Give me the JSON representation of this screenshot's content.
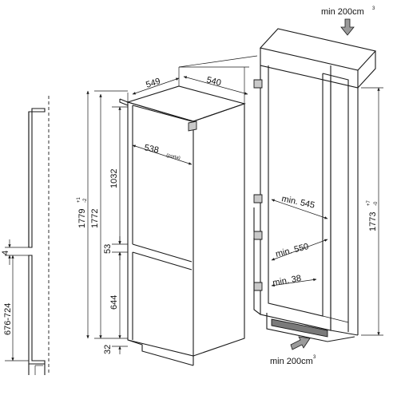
{
  "ventilation": {
    "top": "min 200cm",
    "bottom": "min 200cm",
    "unit_superscript": "3"
  },
  "appliance_dimensions": {
    "depth": "549",
    "width": "540",
    "depth_with_door": "538",
    "depth_note": "(porta)",
    "total_height": "1772",
    "total_height_long": "1779",
    "total_height_long_sup": "+1",
    "total_height_long_sub": "-2",
    "fridge_height": "1032",
    "gap": "53",
    "freezer_height": "644",
    "base": "32"
  },
  "niche_dimensions": {
    "height": "1773",
    "height_sup": "+7",
    "height_sub": "-0",
    "min_depth_1": "min. 545",
    "min_depth_2": "min. 550",
    "min_side": "min. 38"
  },
  "door_panel": {
    "gap": "4",
    "height_range": "676-724"
  }
}
